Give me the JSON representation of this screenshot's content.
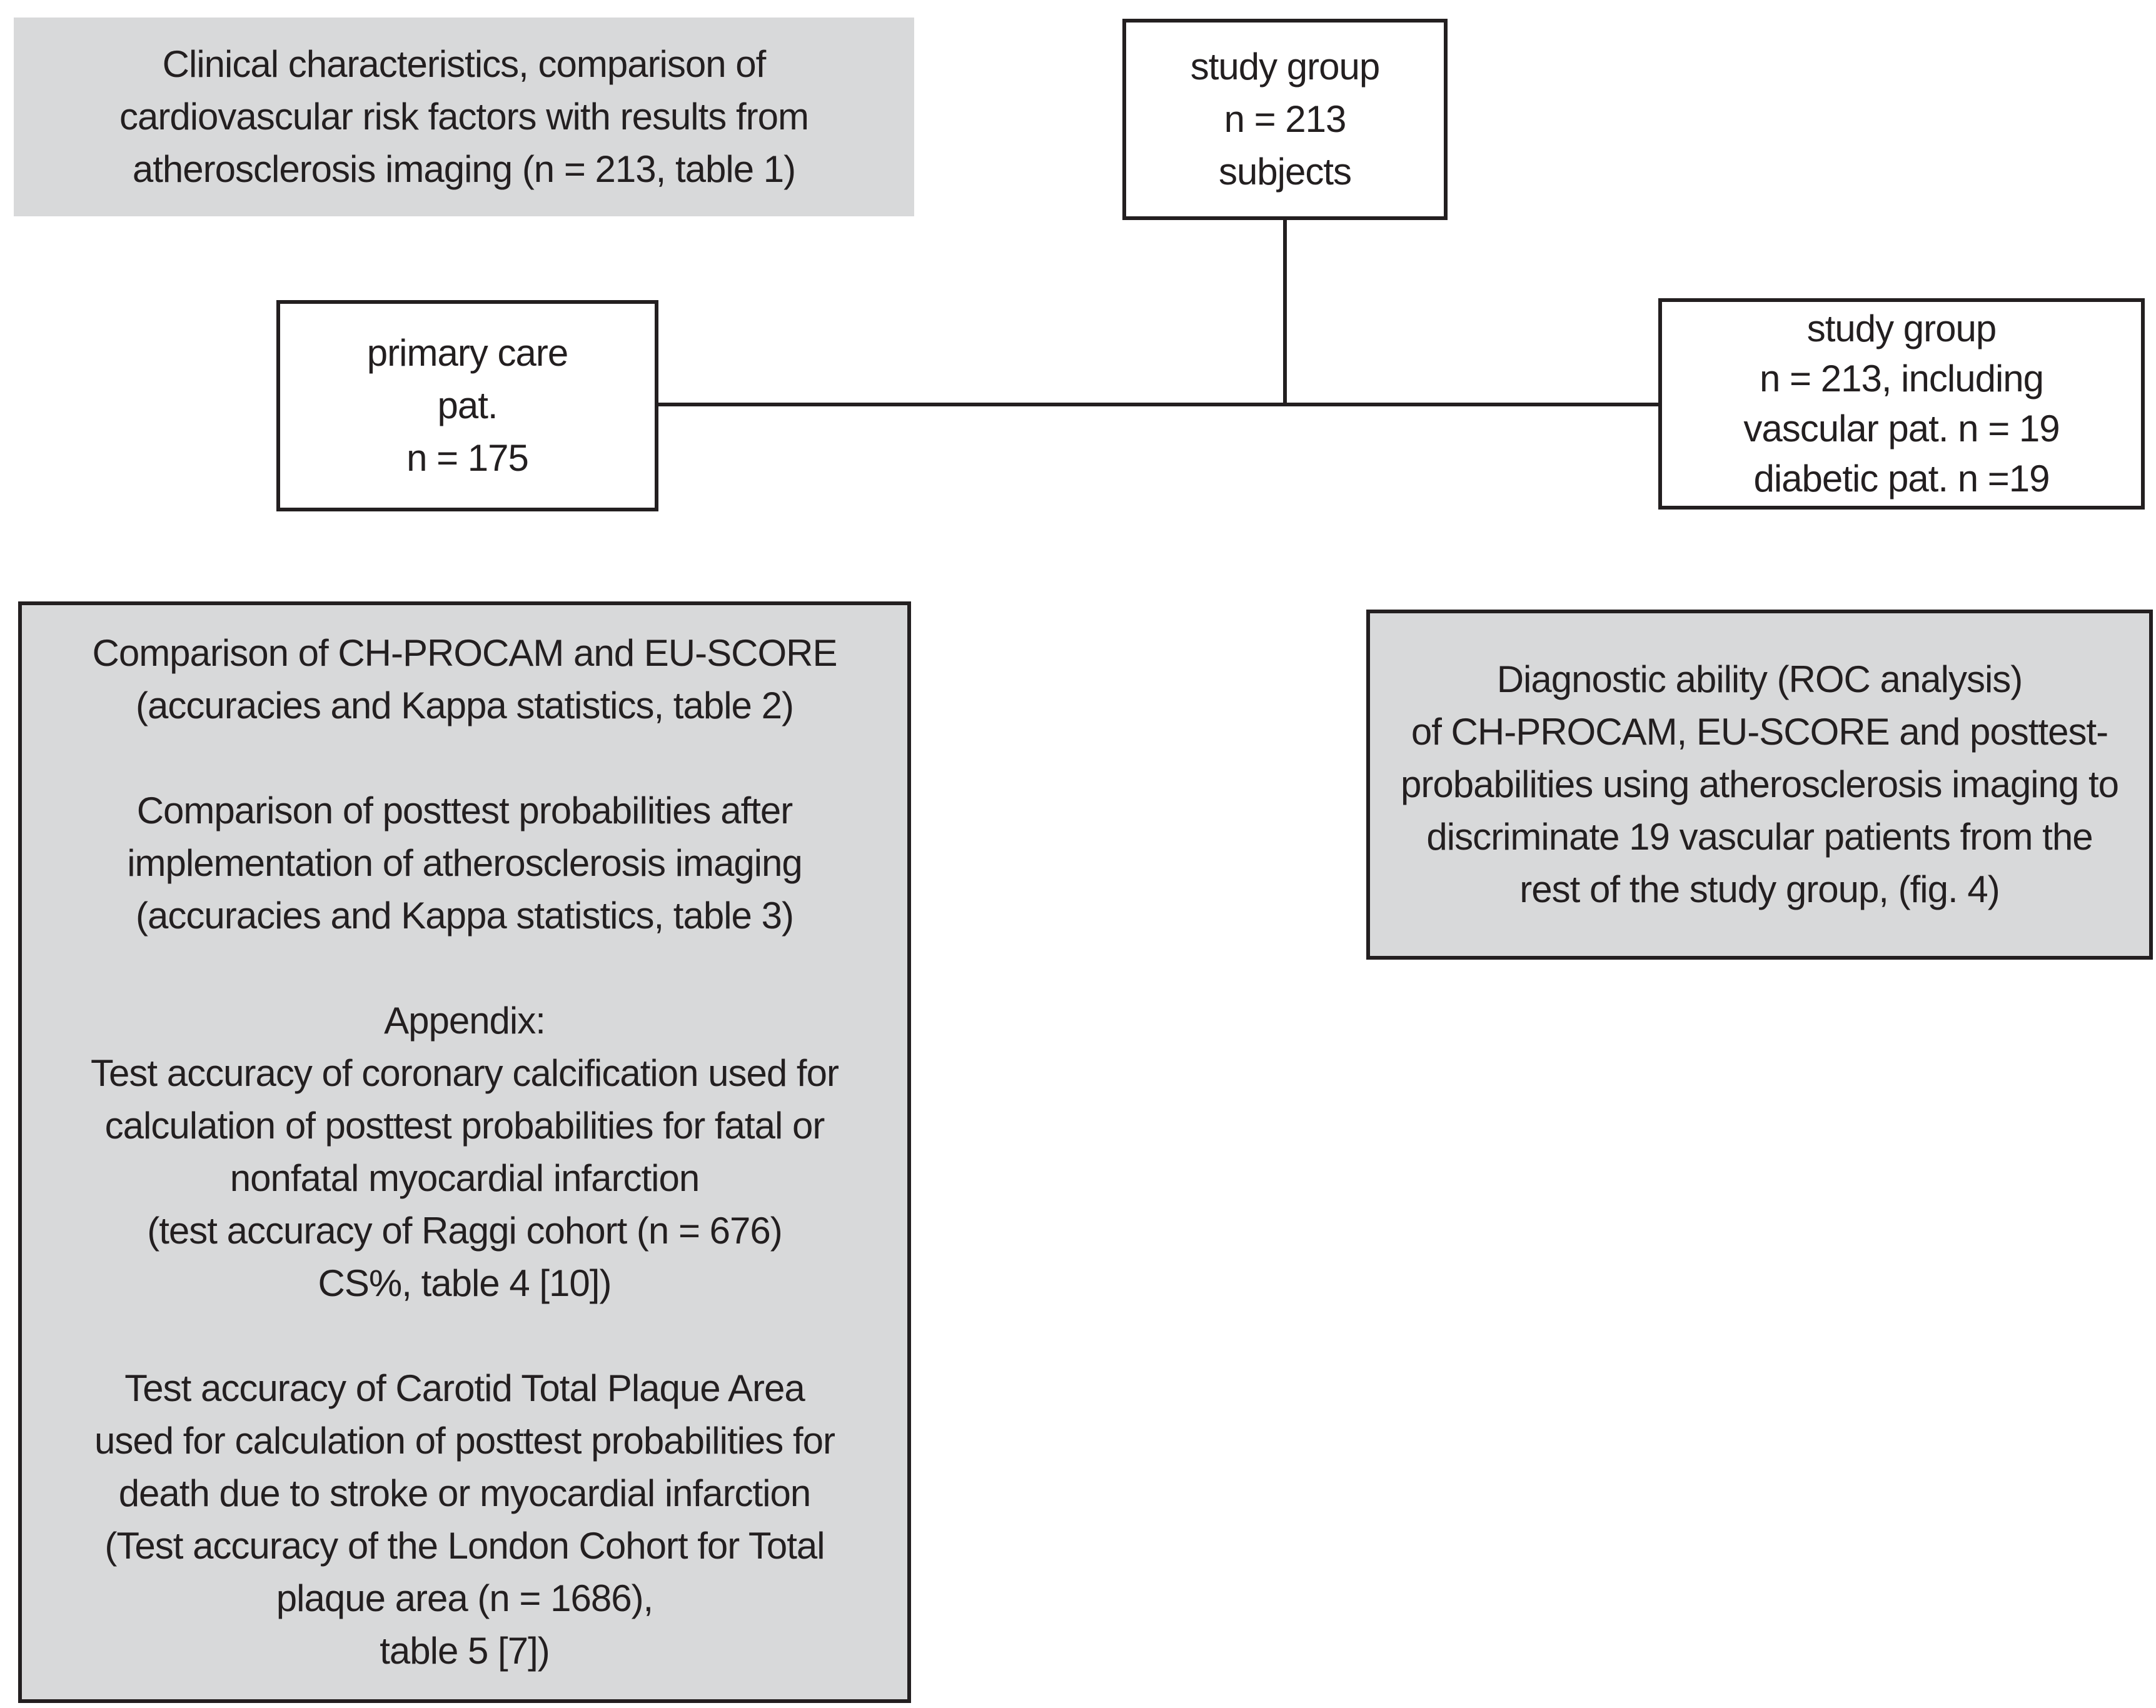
{
  "palette": {
    "background": "#ffffff",
    "box_gray_fill": "#d8d9da",
    "box_white_fill": "#ffffff",
    "border_color": "#231f20",
    "text_color": "#231f20"
  },
  "boxes": {
    "clinical_characteristics": {
      "lines": [
        "Clinical characteristics, comparison of",
        "cardiovascular risk factors with results from",
        "atherosclerosis imaging (n = 213, table 1)"
      ]
    },
    "study_group_top": {
      "lines": [
        "study group",
        "n = 213",
        "subjects"
      ]
    },
    "primary_care": {
      "lines": [
        "primary care",
        "pat.",
        "n = 175"
      ]
    },
    "study_group_right": {
      "lines": [
        "study group",
        "n = 213, including",
        "vascular pat. n = 19",
        "diabetic pat. n =19"
      ]
    },
    "comparison_appendix": {
      "paragraphs": [
        [
          "Comparison of CH-PROCAM and EU-SCORE",
          "(accuracies and Kappa statistics, table 2)"
        ],
        [
          "Comparison of posttest probabilities after",
          "implementation of atherosclerosis imaging",
          "(accuracies and Kappa statistics, table 3)"
        ],
        [
          "Appendix:",
          "Test accuracy of coronary calcification used for",
          "calculation of posttest probabilities for fatal or",
          "nonfatal myocardial infarction",
          "(test accuracy of Raggi cohort (n = 676)",
          "CS%, table 4 [10])"
        ],
        [
          "Test accuracy of Carotid Total Plaque Area",
          "used for calculation of posttest probabilities for",
          "death due to stroke or myocardial infarction",
          "(Test accuracy of the London Cohort for Total",
          "plaque area (n = 1686),",
          "table 5 [7])"
        ]
      ]
    },
    "diagnostic_ability": {
      "lines": [
        "Diagnostic ability (ROC analysis)",
        "of CH-PROCAM, EU-SCORE and posttest-",
        "probabilities using atherosclerosis imaging to",
        "discriminate 19 vascular patients from the",
        "rest of the study group, (fig. 4)"
      ]
    }
  }
}
